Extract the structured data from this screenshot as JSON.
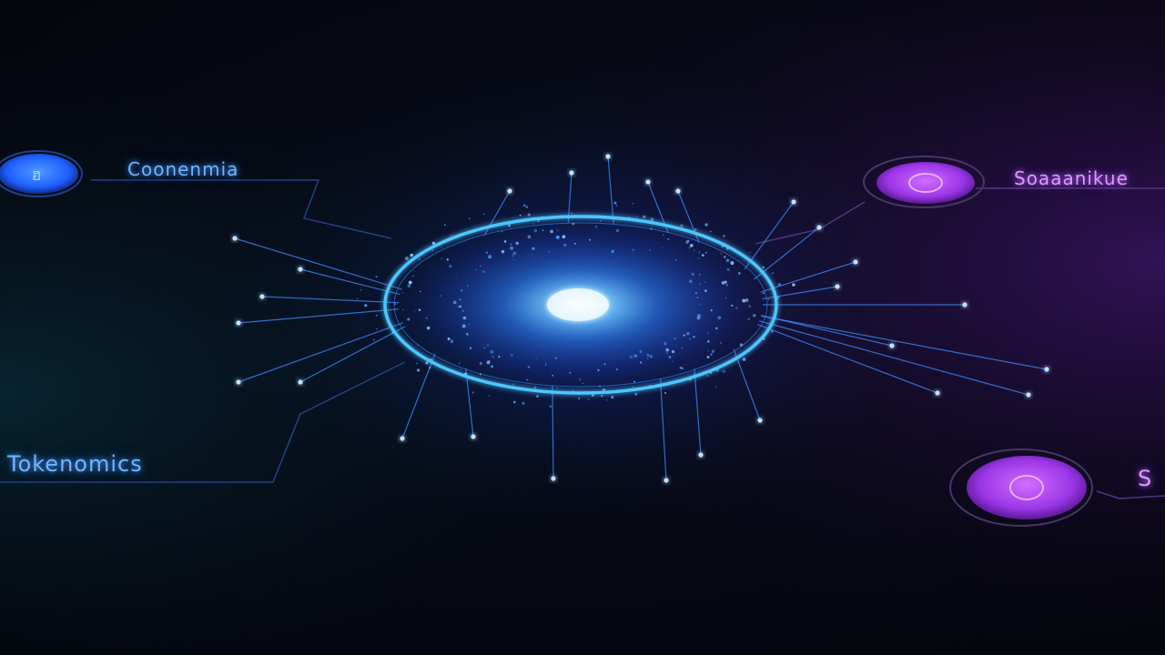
{
  "labels": {
    "top_left": "Coonenmia",
    "bottom_left": "Tokenomics",
    "top_right": "Soaaanikue",
    "bottom_right": "S"
  },
  "icons": {
    "top_left": "token-icon",
    "top_right": "coin-icon",
    "bottom_right": "coin-icon"
  },
  "colors": {
    "background": "#05060d",
    "core_glow": "#2f86ff",
    "ring": "#3fb6ff",
    "left_accent": "#1d6cff",
    "right_accent": "#b04dff"
  }
}
